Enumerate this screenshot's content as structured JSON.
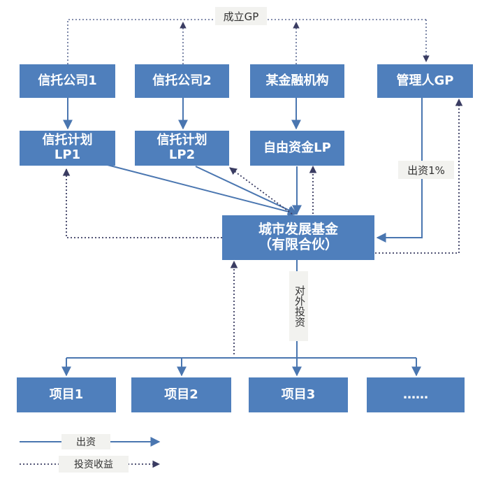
{
  "diagram": {
    "establish_gp_label": "成立GP",
    "top_row": {
      "trust_company_1": "信托公司1",
      "trust_company_2": "信托公司2",
      "financial_institution": "某金融机构",
      "manager_gp": "管理人GP"
    },
    "lp_row": {
      "trust_plan_lp1": {
        "line1": "信托计划",
        "line2": "LP1"
      },
      "trust_plan_lp2": {
        "line1": "信托计划",
        "line2": "LP2"
      },
      "self_fund_lp": "自由资金LP"
    },
    "fund": {
      "line1": "城市发展基金",
      "line2": "（有限合伙）"
    },
    "contribution_label": "出资1%",
    "external_investment_label": "对外投资",
    "projects": [
      "项目1",
      "项目2",
      "项目3",
      "……"
    ]
  },
  "legend": {
    "capital_contribution": "出资",
    "investment_return": "投资收益"
  },
  "colors": {
    "box_fill": "#4f7fbc",
    "solid_line": "#4a76b0",
    "dotted_line": "#3a3c62",
    "label_fill": "#f2f2ef"
  }
}
